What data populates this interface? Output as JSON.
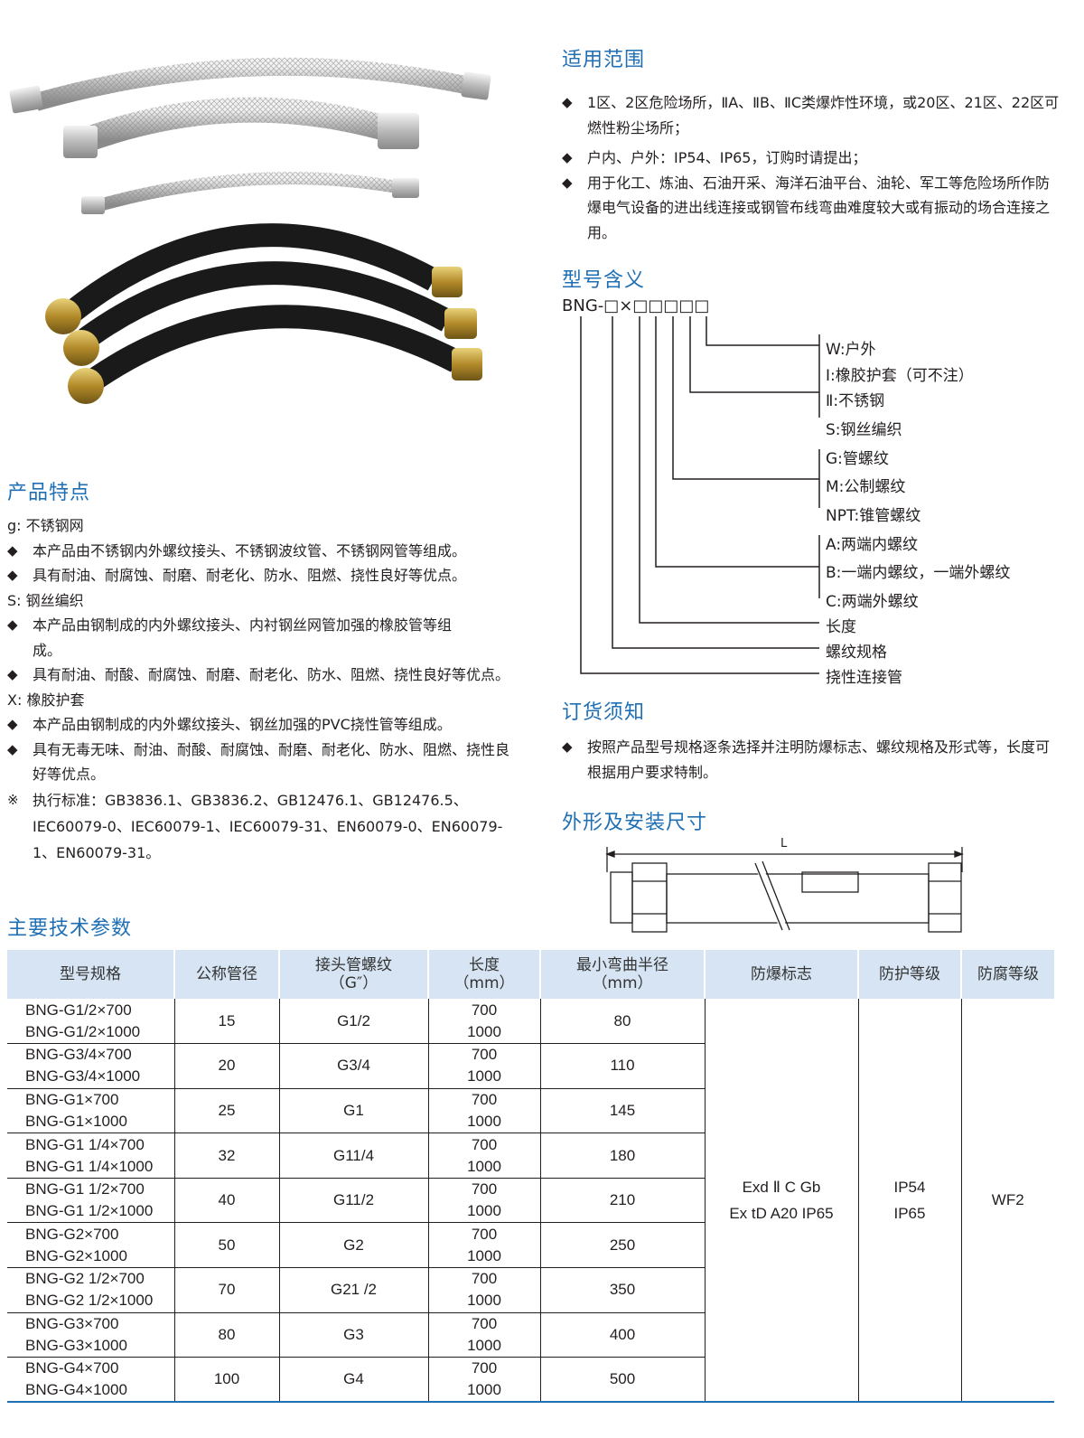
{
  "scope": {
    "title": "适用范围",
    "items": [
      "1区、2区危险场所，ⅡA、ⅡB、ⅡC类爆炸性环境，或20区、21区、22区可燃性粉尘场所；",
      "户内、户外：IP54、IP65，订购时请提出；",
      "用于化工、炼油、石油开采、海洋石油平台、油轮、军工等危险场所作防爆电气设备的进出线连接或钢管布线弯曲难度较大或有振动的场合连接之用。"
    ]
  },
  "model": {
    "title": "型号含义",
    "code": "BNG-□×□□□□□",
    "labels": [
      "W:户外",
      "Ⅰ:橡胶护套（可不注）",
      "Ⅱ:不锈钢",
      "S:钢丝编织",
      "G:管螺纹",
      "M:公制螺纹",
      "NPT:锥管螺纹",
      "A:两端内螺纹",
      "B:一端内螺纹，一端外螺纹",
      "C:两端外螺纹",
      "长度",
      "螺纹规格",
      "挠性连接管"
    ]
  },
  "features": {
    "title": "产品特点",
    "g_head": "g: 不锈钢网",
    "g_items": [
      "本产品由不锈钢内外螺纹接头、不锈钢波纹管、不锈钢网管等组成。",
      "具有耐油、耐腐蚀、耐磨、耐老化、防水、阻燃、挠性良好等优点。"
    ],
    "s_head": "S: 钢丝编织",
    "s_items": [
      "本产品由钢制成的内外螺纹接头、内衬钢丝网管加强的橡胶管等组成。",
      "具有耐油、耐酸、耐腐蚀、耐磨、耐老化、防水、阻燃、挠性良好等优点。"
    ],
    "x_head": "X: 橡胶护套",
    "x_items": [
      "本产品由钢制成的内外螺纹接头、钢丝加强的PVC挠性管等组成。",
      "具有无毒无味、耐油、耐酸、耐腐蚀、耐磨、耐老化、防水、阻燃、挠性良好等优点。"
    ],
    "standard": "执行标准：GB3836.1、GB3836.2、GB12476.1、GB12476.5、IEC60079-0、IEC60079-1、IEC60079-31、EN60079-0、EN60079-1、EN60079-31。"
  },
  "order": {
    "title": "订货须知",
    "items": [
      "按照产品型号规格逐条选择并注明防爆标志、螺纹规格及形式等，长度可根据用户要求特制。"
    ]
  },
  "dims": {
    "title": "外形及安装尺寸",
    "dim_label": "L"
  },
  "params": {
    "title": "主要技术参数",
    "headers": [
      "型号规格",
      "公称管径",
      "接头管螺纹",
      "（G″）",
      "长度",
      "（mm）",
      "最小弯曲半径",
      "（mm）",
      "防爆标志",
      "防护等级",
      "防腐等级"
    ],
    "rows": [
      {
        "m1": "BNG-G1/2×700",
        "m2": "BNG-G1/2×1000",
        "dn": "15",
        "th": "G1/2",
        "l1": "700",
        "l2": "1000",
        "r": "80"
      },
      {
        "m1": "BNG-G3/4×700",
        "m2": "BNG-G3/4×1000",
        "dn": "20",
        "th": "G3/4",
        "l1": "700",
        "l2": "1000",
        "r": "110"
      },
      {
        "m1": "BNG-G1×700",
        "m2": "BNG-G1×1000",
        "dn": "25",
        "th": "G1",
        "l1": "700",
        "l2": "1000",
        "r": "145"
      },
      {
        "m1": "BNG-G1 1/4×700",
        "m2": "BNG-G1 1/4×1000",
        "dn": "32",
        "th": "G11/4",
        "l1": "700",
        "l2": "1000",
        "r": "180"
      },
      {
        "m1": "BNG-G1 1/2×700",
        "m2": "BNG-G1 1/2×1000",
        "dn": "40",
        "th": "G11/2",
        "l1": "700",
        "l2": "1000",
        "r": "210"
      },
      {
        "m1": "BNG-G2×700",
        "m2": "BNG-G2×1000",
        "dn": "50",
        "th": "G2",
        "l1": "700",
        "l2": "1000",
        "r": "250"
      },
      {
        "m1": "BNG-G2 1/2×700",
        "m2": "BNG-G2 1/2×1000",
        "dn": "70",
        "th": "G21 /2",
        "l1": "700",
        "l2": "1000",
        "r": "350"
      },
      {
        "m1": "BNG-G3×700",
        "m2": "BNG-G3×1000",
        "dn": "80",
        "th": "G3",
        "l1": "700",
        "l2": "1000",
        "r": "400"
      },
      {
        "m1": "BNG-G4×700",
        "m2": "BNG-G4×1000",
        "dn": "100",
        "th": "G4",
        "l1": "700",
        "l2": "1000",
        "r": "500"
      }
    ],
    "ex1": "Exd Ⅱ C Gb",
    "ex2": "Ex tD A20 IP65",
    "ip1": "IP54",
    "ip2": "IP65",
    "wf": "WF2"
  }
}
